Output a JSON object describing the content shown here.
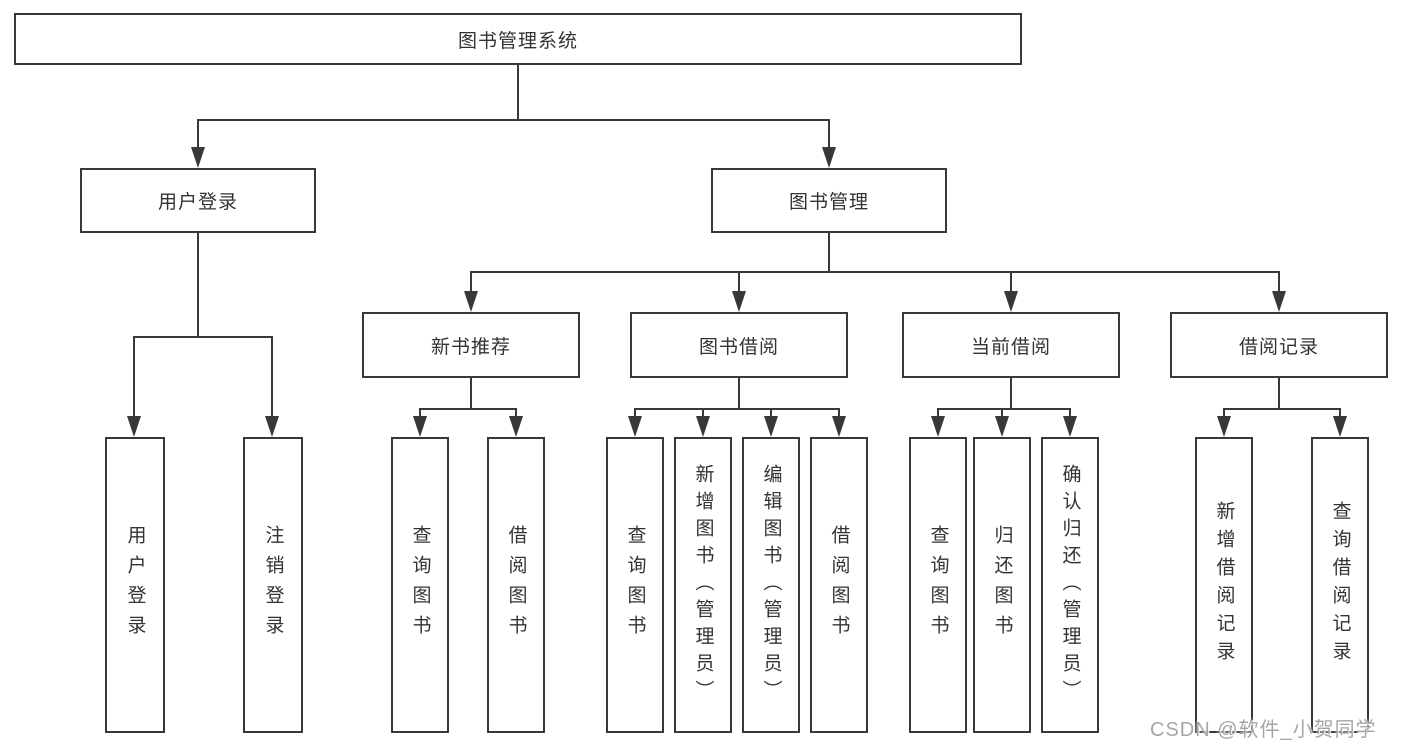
{
  "tree": {
    "root": {
      "label": "图书管理系统"
    },
    "branches": {
      "user_login": {
        "label": "用户登录",
        "children": {
          "login": {
            "label": "用户登录"
          },
          "logout": {
            "label": "注销登录"
          }
        }
      },
      "book_management": {
        "label": "图书管理",
        "children": {
          "new_book_recommendation": {
            "label": "新书推荐",
            "children": {
              "query_books": {
                "label": "查询图书"
              },
              "borrow_books": {
                "label": "借阅图书"
              }
            }
          },
          "book_borrowing": {
            "label": "图书借阅",
            "children": {
              "query_books": {
                "label": "查询图书"
              },
              "add_book_admin": {
                "label": "新增图书（管理员）"
              },
              "edit_book_admin": {
                "label": "编辑图书（管理员）"
              },
              "borrow_books": {
                "label": "借阅图书"
              }
            }
          },
          "current_borrowing": {
            "label": "当前借阅",
            "children": {
              "query_books": {
                "label": "查询图书"
              },
              "return_books": {
                "label": "归还图书"
              },
              "confirm_return_admin": {
                "label": "确认归还（管理员）"
              }
            }
          },
          "borrowing_records": {
            "label": "借阅记录",
            "children": {
              "add_borrow_record": {
                "label": "新增借阅记录"
              },
              "query_borrow_record": {
                "label": "查询借阅记录"
              }
            }
          }
        }
      }
    }
  },
  "watermark": {
    "text": "CSDN @软件_小贺同学"
  },
  "colors": {
    "line": "#383838",
    "text": "#333333",
    "watermark": "#a6a6a6",
    "background": "#ffffff"
  }
}
